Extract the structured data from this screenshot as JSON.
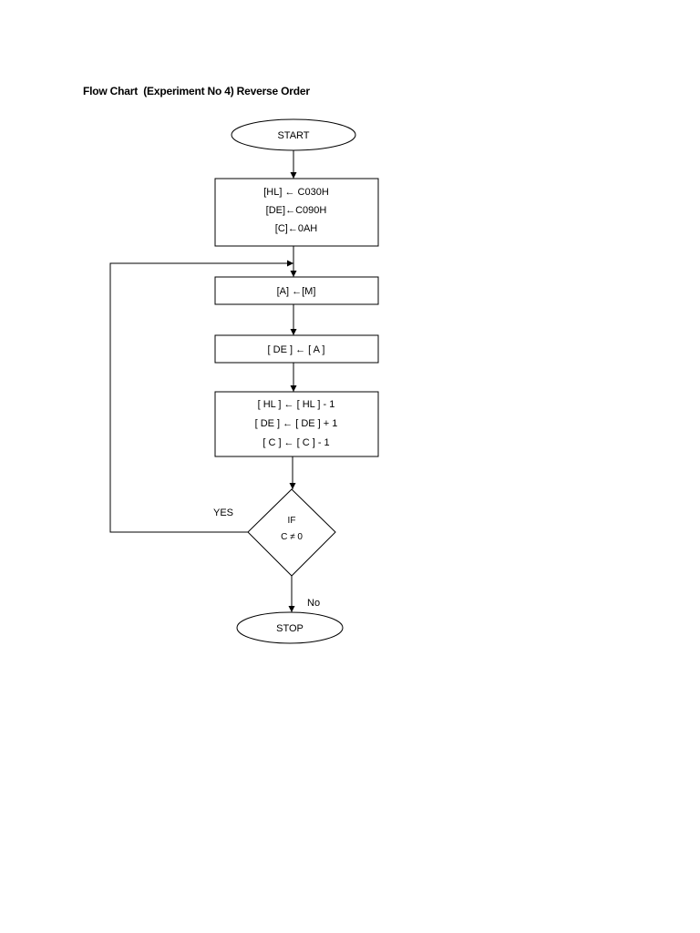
{
  "title": "Flow Chart  (Experiment No 4) Reverse Order",
  "nodes": {
    "start": {
      "label": "START"
    },
    "init": {
      "lines": [
        "[HL] ← C030H",
        "[DE]←C090H",
        "[C]←0AH"
      ]
    },
    "load": {
      "label": "[A] ←[M]"
    },
    "store": {
      "label": "[ DE ] ← [ A ]"
    },
    "update": {
      "lines": [
        "[ HL ] ← [ HL ] - 1",
        "[ DE ] ← [ DE ] + 1",
        "[ C ] ← [ C ] - 1"
      ]
    },
    "decision": {
      "lines": [
        "IF",
        "C ≠ 0"
      ]
    },
    "stop": {
      "label": "STOP"
    }
  },
  "edge_labels": {
    "yes": "YES",
    "no": "No"
  },
  "colors": {
    "stroke": "#000000",
    "fill": "#ffffff"
  }
}
